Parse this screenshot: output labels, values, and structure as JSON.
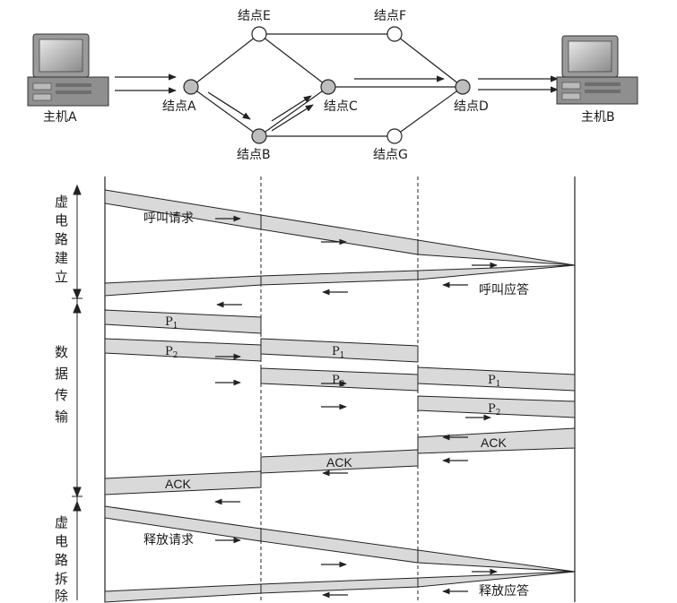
{
  "topology": {
    "host_a": "主机A",
    "host_b": "主机B",
    "nodes": {
      "A": "结点A",
      "B": "结点B",
      "C": "结点C",
      "D": "结点D",
      "E": "结点E",
      "F": "结点F",
      "G": "结点G"
    }
  },
  "timing": {
    "phases": {
      "setup": [
        "虚",
        "电",
        "路",
        "建",
        "立"
      ],
      "transfer": [
        "数",
        "据",
        "传",
        "输"
      ],
      "teardown": [
        "虚",
        "电",
        "路",
        "拆",
        "除"
      ]
    },
    "labels": {
      "call_request": "呼叫请求",
      "call_accept": "呼叫应答",
      "release_request": "释放请求",
      "release_accept": "释放应答",
      "ack": "ACK",
      "packet": "P",
      "sub1": "1",
      "sub2": "2"
    }
  },
  "colors": {
    "band_fill": "#d9d9d9",
    "node_fill": "#bdbdbd",
    "line": "#222222"
  }
}
